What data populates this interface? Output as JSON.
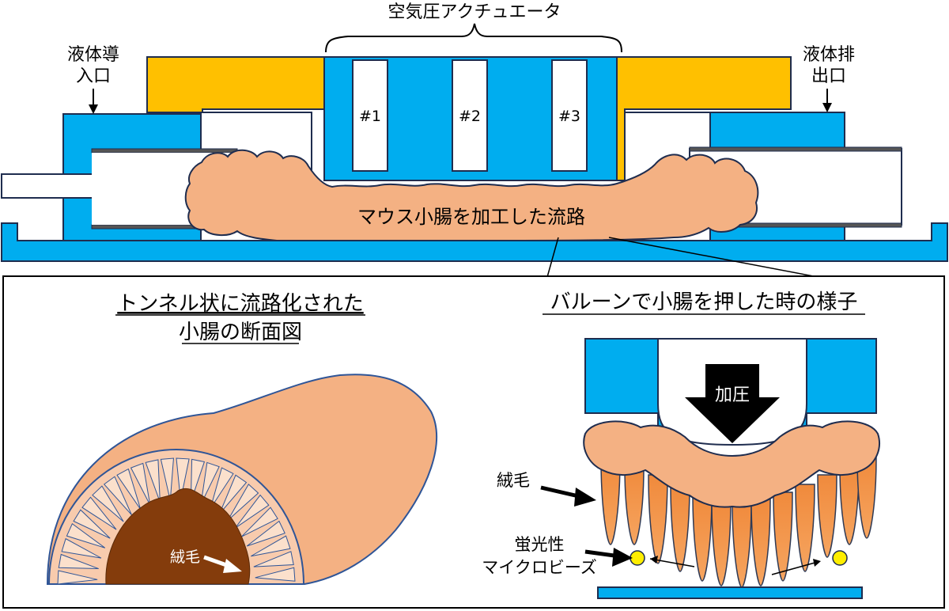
{
  "top": {
    "actuator_label": "空気圧アクチュエータ",
    "chambers": [
      "#1",
      "#2",
      "#3"
    ],
    "inlet_label": [
      "液体導",
      "入口"
    ],
    "outlet_label": [
      "液体排",
      "出口"
    ],
    "channel_label": "マウス小腸を加工した流路"
  },
  "bottom_left": {
    "title": [
      "トンネル状に流路化された",
      "小腸の断面図"
    ],
    "villi_label": "絨毛"
  },
  "bottom_right": {
    "title": "バルーンで小腸を押した時の様子",
    "pressure_label": "加圧",
    "villi_label": "絨毛",
    "beads_label": [
      "蛍光性",
      "マイクロビーズ"
    ]
  },
  "colors": {
    "blue": "#00adef",
    "gold": "#ffc000",
    "tissue": "#f4b183",
    "villus": "#ed7d31",
    "dark_tissue": "#843c0c"
  }
}
